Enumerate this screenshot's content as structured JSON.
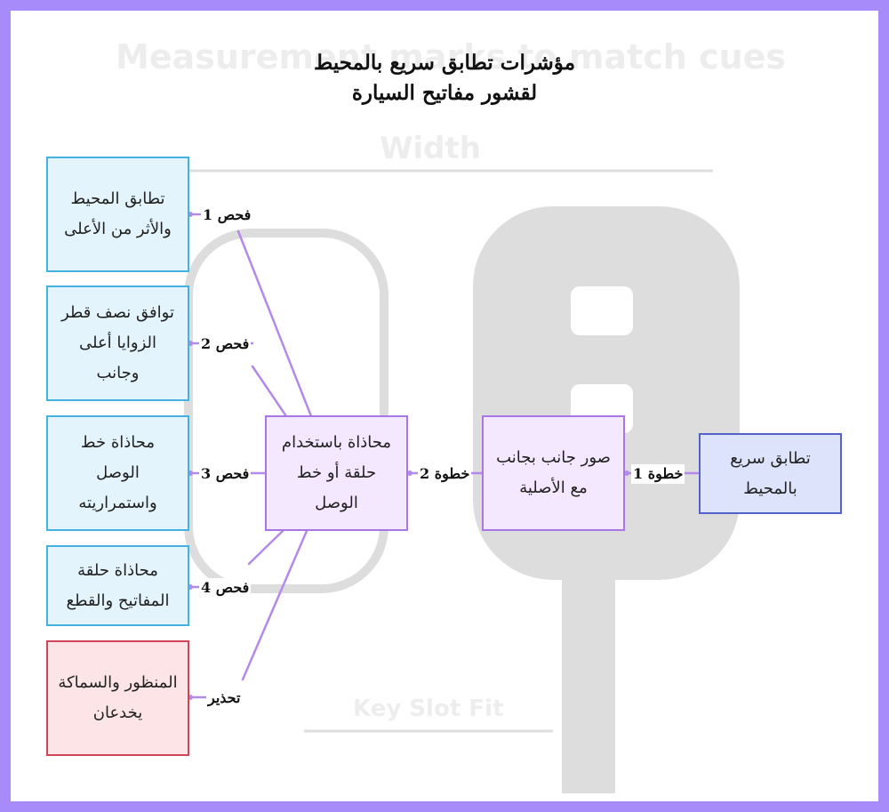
{
  "title_lines": [
    "مؤشرات تطابق سريع بالمحيط",
    "لقشور مفاتيح السيارة"
  ],
  "background": {
    "heading": "Measurement marks to match cues",
    "width_label": "Width",
    "caption": "Key Slot Fit"
  },
  "nodes": {
    "quick_match": "تطابق سريع بالمحيط",
    "side_by_side": "صور جانب بجانب مع الأصلية",
    "align_ring": "محاذاة باستخدام حلقة أو خط الوصل",
    "check1": "تطابق المحيط والأثر من الأعلى",
    "check2": "توافق نصف قطر الزوايا أعلى وجانب",
    "check3": "محاذاة خط الوصل واستمراريته",
    "check4": "محاذاة حلقة المفاتيح والقطع",
    "warning": "المنظور والسماكة يخدعان"
  },
  "edge_labels": {
    "step1": "خطوة 1",
    "step2": "خطوة 2",
    "check1": "فحص 1",
    "check2": "فحص 2",
    "check3": "فحص 3",
    "check4": "فحص 4",
    "warn": "تحذير"
  },
  "colors": {
    "frame": "#a78bfa",
    "link": "#b38ae8",
    "blue_fill": "#e3f4fc",
    "blue_border": "#44b1df",
    "purple_fill": "#f3e8ff",
    "purple_border": "#a777e3",
    "indigo_fill": "#dde3fb",
    "indigo_border": "#5461c8",
    "red_fill": "#fde4e6",
    "red_border": "#d0455a"
  }
}
